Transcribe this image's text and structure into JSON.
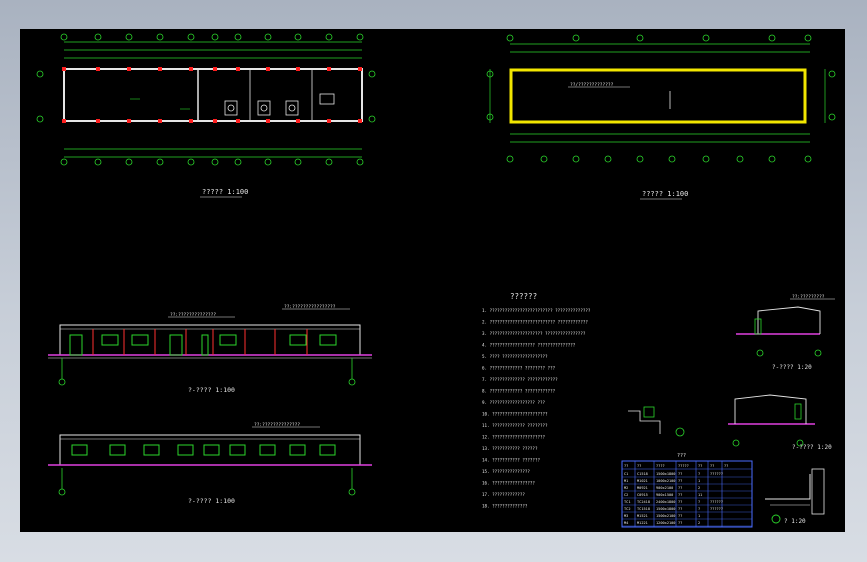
{
  "drawing": {
    "title_floor_plan": "?????  1:100",
    "title_roof_plan": "?????  1:100",
    "title_front_elevation": "?-???? 1:100",
    "title_rear_elevation": "?-???? 1:100",
    "title_notes": "??????",
    "title_section_1": "?-???? 1:20",
    "title_section_2": "?-???? 1:20",
    "title_detail": "?  1:20",
    "label_roof": "??/?????????????",
    "label_elev_1": "??:??????????????",
    "label_elev_2": "??:????????????????",
    "label_section": "??:?????????",
    "table_title": "???",
    "table_headers": [
      "??",
      "??",
      "????",
      "?????",
      "??",
      "??",
      "??"
    ],
    "table_rows": [
      [
        "C1",
        "C1518",
        "1500x1800",
        "??",
        "?",
        "??????"
      ],
      [
        "M1",
        "M1021",
        "1000x2100",
        "??",
        "1",
        ""
      ],
      [
        "M2",
        "M0921",
        "900x2100",
        "??",
        "2",
        ""
      ],
      [
        "C2",
        "C0915",
        "900x1500",
        "??",
        "11",
        ""
      ],
      [
        "TC1",
        "TC2418",
        "2400x1800",
        "??",
        "?",
        "??????"
      ],
      [
        "TC2",
        "TC1518",
        "1500x1800",
        "??",
        "?",
        "??????"
      ],
      [
        "M3",
        "M1521",
        "1500x2100",
        "??",
        "1",
        ""
      ],
      [
        "M4",
        "M1221",
        "1200x2100",
        "??",
        "2",
        ""
      ]
    ],
    "notes_lines": [
      "1. ????????????????????????? ??????????????",
      "2. ?????????????????????????? ????????????",
      "3. ????????????????????? ????????????????",
      "4. ?????????????????? ???????????????",
      "5. ???? ??????????????????",
      "6. ????????????? ???????? ???",
      "7. ?????????????? ????????????",
      "8. ????????????? ????????????",
      "9. ?????????????????? ???",
      "10. ??????????????????????",
      "11. ????????????? ????????",
      "12. ?????????????????????",
      "13. ??????????? ??????",
      "14. ??????????? ???????",
      "15. ???????????????",
      "16. ?????????????????",
      "17. ?????????????",
      "18. ??????????????"
    ]
  }
}
